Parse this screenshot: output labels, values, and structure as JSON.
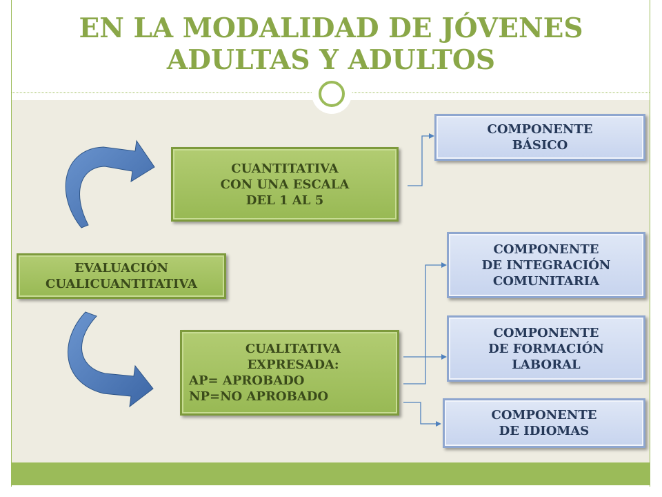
{
  "slide": {
    "title_line1": "EN LA MODALIDAD DE JÓVENES",
    "title_line2": "ADULTAS Y ADULTOS"
  },
  "nodes": {
    "evaluacion": {
      "line1": "EVALUACIÓN",
      "line2": "CUALICUANTITATIVA"
    },
    "cuantitativa": {
      "line1": "CUANTITATIVA",
      "line2": "CON UNA ESCALA",
      "line3": "DEL 1 AL  5"
    },
    "cualitativa": {
      "line1": "CUALITATIVA",
      "line2": "EXPRESADA:",
      "line3": "AP= APROBADO",
      "line4": "NP=NO APROBADO"
    },
    "basico": {
      "line1": "COMPONENTE",
      "line2": "BÁSICO"
    },
    "integracion": {
      "line1": "COMPONENTE",
      "line2": "DE INTEGRACIÓN",
      "line3": "COMUNITARIA"
    },
    "formacion": {
      "line1": "COMPONENTE",
      "line2": "DE FORMACIÓN",
      "line3": "LABORAL"
    },
    "idiomas": {
      "line1": "COMPONENTE",
      "line2": "DE IDIOMAS"
    }
  },
  "colors": {
    "accent_green": "#9bbb59",
    "title_green": "#8aa748",
    "arrow_blue": "#4f81bd",
    "connector_blue": "#4f81bd"
  }
}
